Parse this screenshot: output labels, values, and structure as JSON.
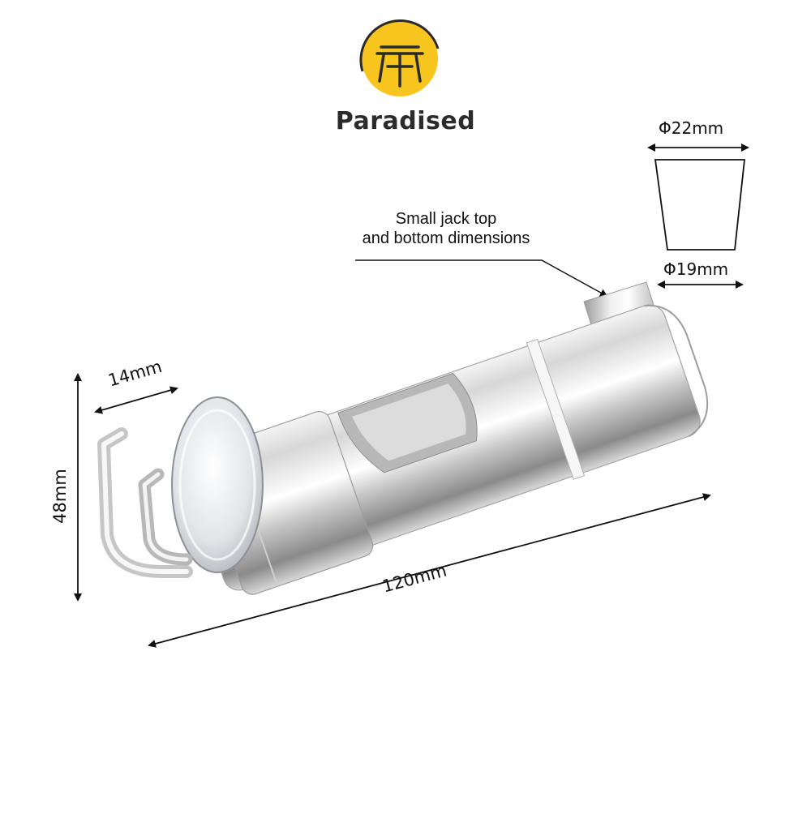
{
  "brand": {
    "name": "Paradised",
    "logo_icon": "stool-logo-icon",
    "accent_color": "#f7c51e"
  },
  "annotations": {
    "top_diameter": "Φ22mm",
    "bottom_diameter": "Φ19mm",
    "note_line1": "Small jack top",
    "note_line2": "and bottom dimensions",
    "width": "14mm",
    "height": "48mm",
    "length": "120mm"
  },
  "product": {
    "icon": "shower-slide-bracket-icon",
    "finish": "chrome"
  }
}
